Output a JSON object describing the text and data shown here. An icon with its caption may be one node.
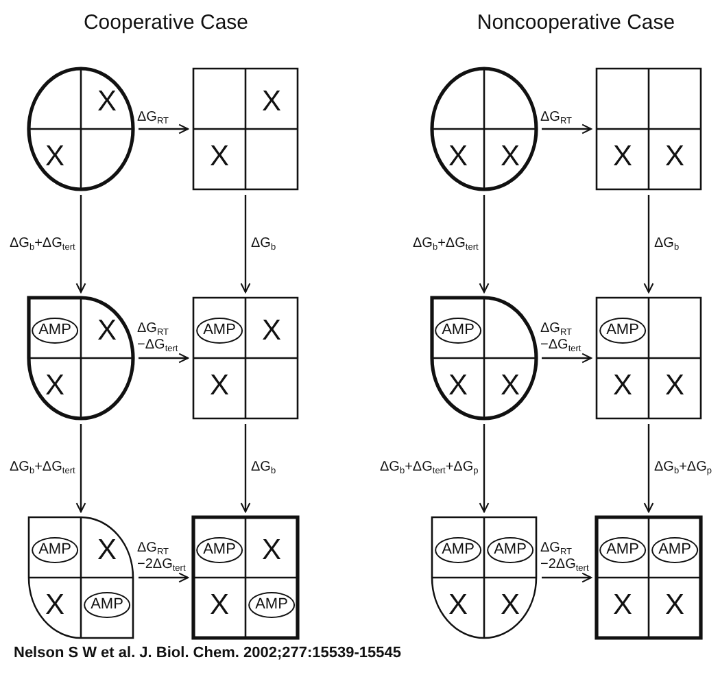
{
  "diagram": {
    "caption": "Nelson S W et al. J. Biol. Chem. 2002;277:15539-15545",
    "nodes": [
      {
        "text": [
          "X",
          "X"
        ]
      },
      {
        "text": [
          "X",
          "X"
        ]
      },
      {
        "text": [
          "X",
          "X"
        ]
      },
      {
        "text": [
          "X",
          "X"
        ]
      },
      {
        "text": [
          "AMP",
          "X",
          "X"
        ]
      },
      {
        "text": [
          "AMP",
          "X",
          "X"
        ]
      },
      {
        "text": [
          "AMP",
          "X",
          "X"
        ]
      },
      {
        "text": [
          "AMP",
          "X",
          "X"
        ]
      },
      {
        "text": [
          "AMP",
          "X",
          "X",
          "AMP"
        ]
      },
      {
        "text": [
          "AMP",
          "X",
          "X",
          "AMP"
        ]
      },
      {
        "text": [
          "AMP",
          "AMP",
          "X",
          "X"
        ]
      },
      {
        "text": [
          "AMP",
          "AMP",
          "X",
          "X"
        ]
      }
    ],
    "edges": [
      {
        "from": 0,
        "to": 1,
        "arrow": "to",
        "label": "ΔG$_{RT}$"
      },
      {
        "from": 0,
        "to": 4,
        "arrow": "to",
        "label": "ΔG$_{b}$+ΔG$_{tert}$"
      },
      {
        "from": 1,
        "to": 5,
        "arrow": "to",
        "label": "ΔG$_{b}$"
      },
      {
        "from": 4,
        "to": 5,
        "arrow": "to",
        "label": "ΔG$_{RT}$ −ΔG$_{tert}$"
      },
      {
        "from": 4,
        "to": 8,
        "arrow": "to",
        "label": "ΔG$_{b}$+ΔG$_{tert}$"
      },
      {
        "from": 5,
        "to": 9,
        "arrow": "to",
        "label": "ΔG$_{b}$"
      },
      {
        "from": 8,
        "to": 9,
        "arrow": "to",
        "label": "ΔG$_{RT}$ −2ΔG$_{tert}$"
      },
      {
        "from": 2,
        "to": 3,
        "arrow": "to",
        "label": "ΔG$_{RT}$"
      },
      {
        "from": 2,
        "to": 6,
        "arrow": "to",
        "label": "ΔG$_{b}$+ΔG$_{tert}$"
      },
      {
        "from": 3,
        "to": 7,
        "arrow": "to",
        "label": "ΔG$_{b}$"
      },
      {
        "from": 6,
        "to": 7,
        "arrow": "to",
        "label": "ΔG$_{RT}$ −ΔG$_{tert}$"
      },
      {
        "from": 6,
        "to": 10,
        "arrow": "to",
        "label": "ΔG$_{b}$+ΔG$_{tert}$+ΔG$_{p}$"
      },
      {
        "from": 7,
        "to": 11,
        "arrow": "to",
        "label": "ΔG$_{b}$+ΔG$_{p}$"
      },
      {
        "from": 10,
        "to": 11,
        "arrow": "to",
        "label": "ΔG$_{RT}$ −2ΔG$_{tert}$"
      }
    ],
    "labels": [
      "Cooperative Case",
      "Noncooperative Case"
    ]
  }
}
